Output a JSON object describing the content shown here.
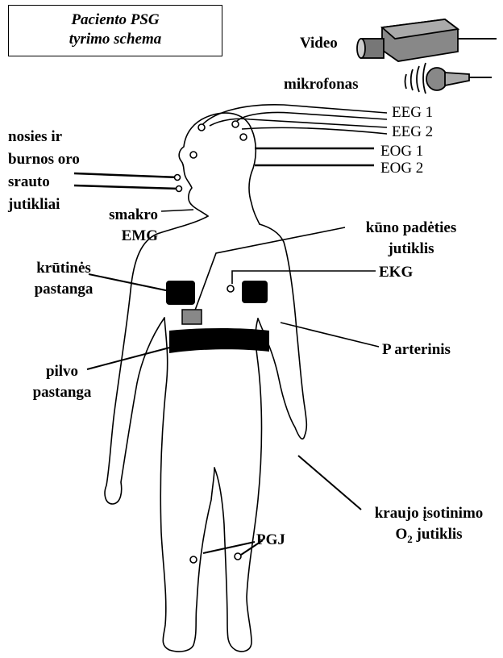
{
  "title": {
    "line1": "Paciento PSG",
    "line2": "tyrimo schema"
  },
  "labels": {
    "video": "Video",
    "mic": "mikrofonas",
    "eeg1": "EEG 1",
    "eeg2": "EEG 2",
    "eog1": "EOG 1",
    "eog2": "EOG 2",
    "nose": [
      "nosies ir",
      "burnos oro",
      "srauto",
      "jutikliai"
    ],
    "chin": [
      "smakro",
      "EMG"
    ],
    "body_pos": [
      "kūno padėties",
      "jutiklis"
    ],
    "ekg": "EKG",
    "chest": [
      "krūtinės",
      "pastanga"
    ],
    "p_art": "P arterinis",
    "abdomen": [
      "pilvo",
      "pastanga"
    ],
    "spo2": [
      "kraujo įsotinimo",
      "O",
      "2",
      " jutiklis"
    ],
    "pgj": "PGJ"
  },
  "colors": {
    "line": "#000000",
    "sensor_fill": "#888888",
    "background": "#ffffff"
  }
}
